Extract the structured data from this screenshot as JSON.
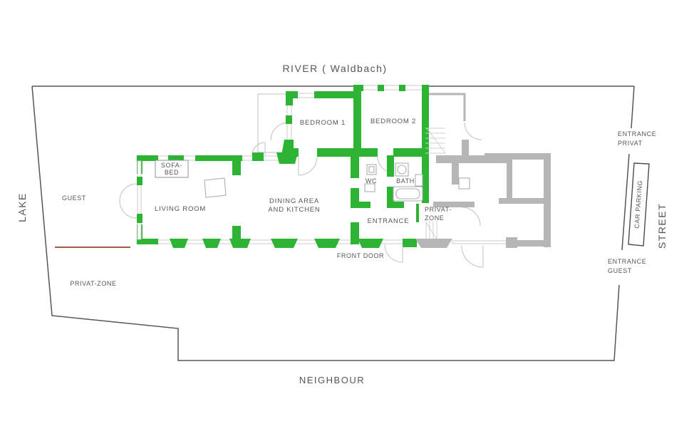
{
  "colors": {
    "guest_green": "#2eb435",
    "private_gray": "#b5b6b8",
    "outline": "#55565a",
    "window_line": "#c6c6c6",
    "red_line": "#a55c4b"
  },
  "surroundings": {
    "river": "RIVER ( Waldbach)",
    "lake": "LAKE",
    "street": "STREET",
    "neighbour": "NEIGHBOUR"
  },
  "outdoor": {
    "guest": "GUEST",
    "privat_zone": "PRIVAT-ZONE",
    "front_door": "FRONT DOOR",
    "car_parking": "CAR PARKING",
    "entrance_privat": {
      "line1": "ENTRANCE",
      "line2": "PRIVAT"
    },
    "entrance_guest": {
      "line1": "ENTRANCE",
      "line2": "GUEST"
    }
  },
  "rooms": {
    "bedroom1": "BEDROOM 1",
    "bedroom2": "BEDROOM 2",
    "sofa_bed": {
      "line1": "SOFA-",
      "line2": "BED"
    },
    "living_room": "LIVING ROOM",
    "dining": {
      "line1": "DINING AREA",
      "line2": "AND KITCHEN"
    },
    "wc": "WC",
    "bath": "BATH",
    "entrance": "ENTRANCE",
    "privat_zone": {
      "line1": "PRIVAT-",
      "line2": "ZONE"
    }
  }
}
